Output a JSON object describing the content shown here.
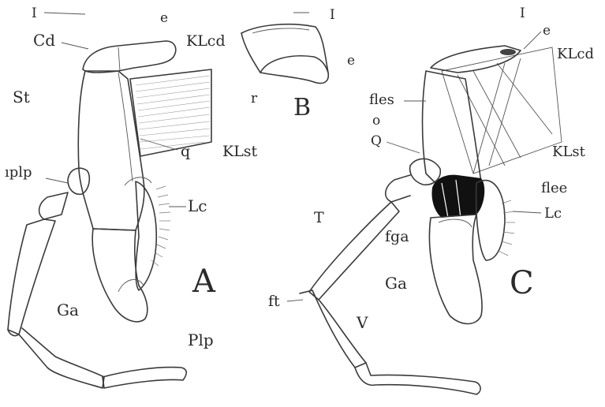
{
  "figure": {
    "panels": {
      "A": "A",
      "B": "B",
      "C": "C"
    },
    "labels_A": {
      "I": "I",
      "Cd": "Cd",
      "e": "e",
      "KLcd": "KLcd",
      "St": "St",
      "q": "q",
      "KLst": "KLst",
      "iplp": "ıplp",
      "Lc": "Lc",
      "Ga": "Ga",
      "Plp": "Plp"
    },
    "labels_B": {
      "I": "I",
      "e": "e",
      "r": "r"
    },
    "labels_C": {
      "I": "I",
      "e": "e",
      "KLcd": "KLcd",
      "fles": "fles",
      "o": "o",
      "Q": "Q",
      "KLst": "KLst",
      "flee": "flee",
      "Lc": "Lc",
      "T": "T",
      "fga": "fga",
      "Ga": "Ga",
      "ft": "ft",
      "V": "V"
    }
  }
}
